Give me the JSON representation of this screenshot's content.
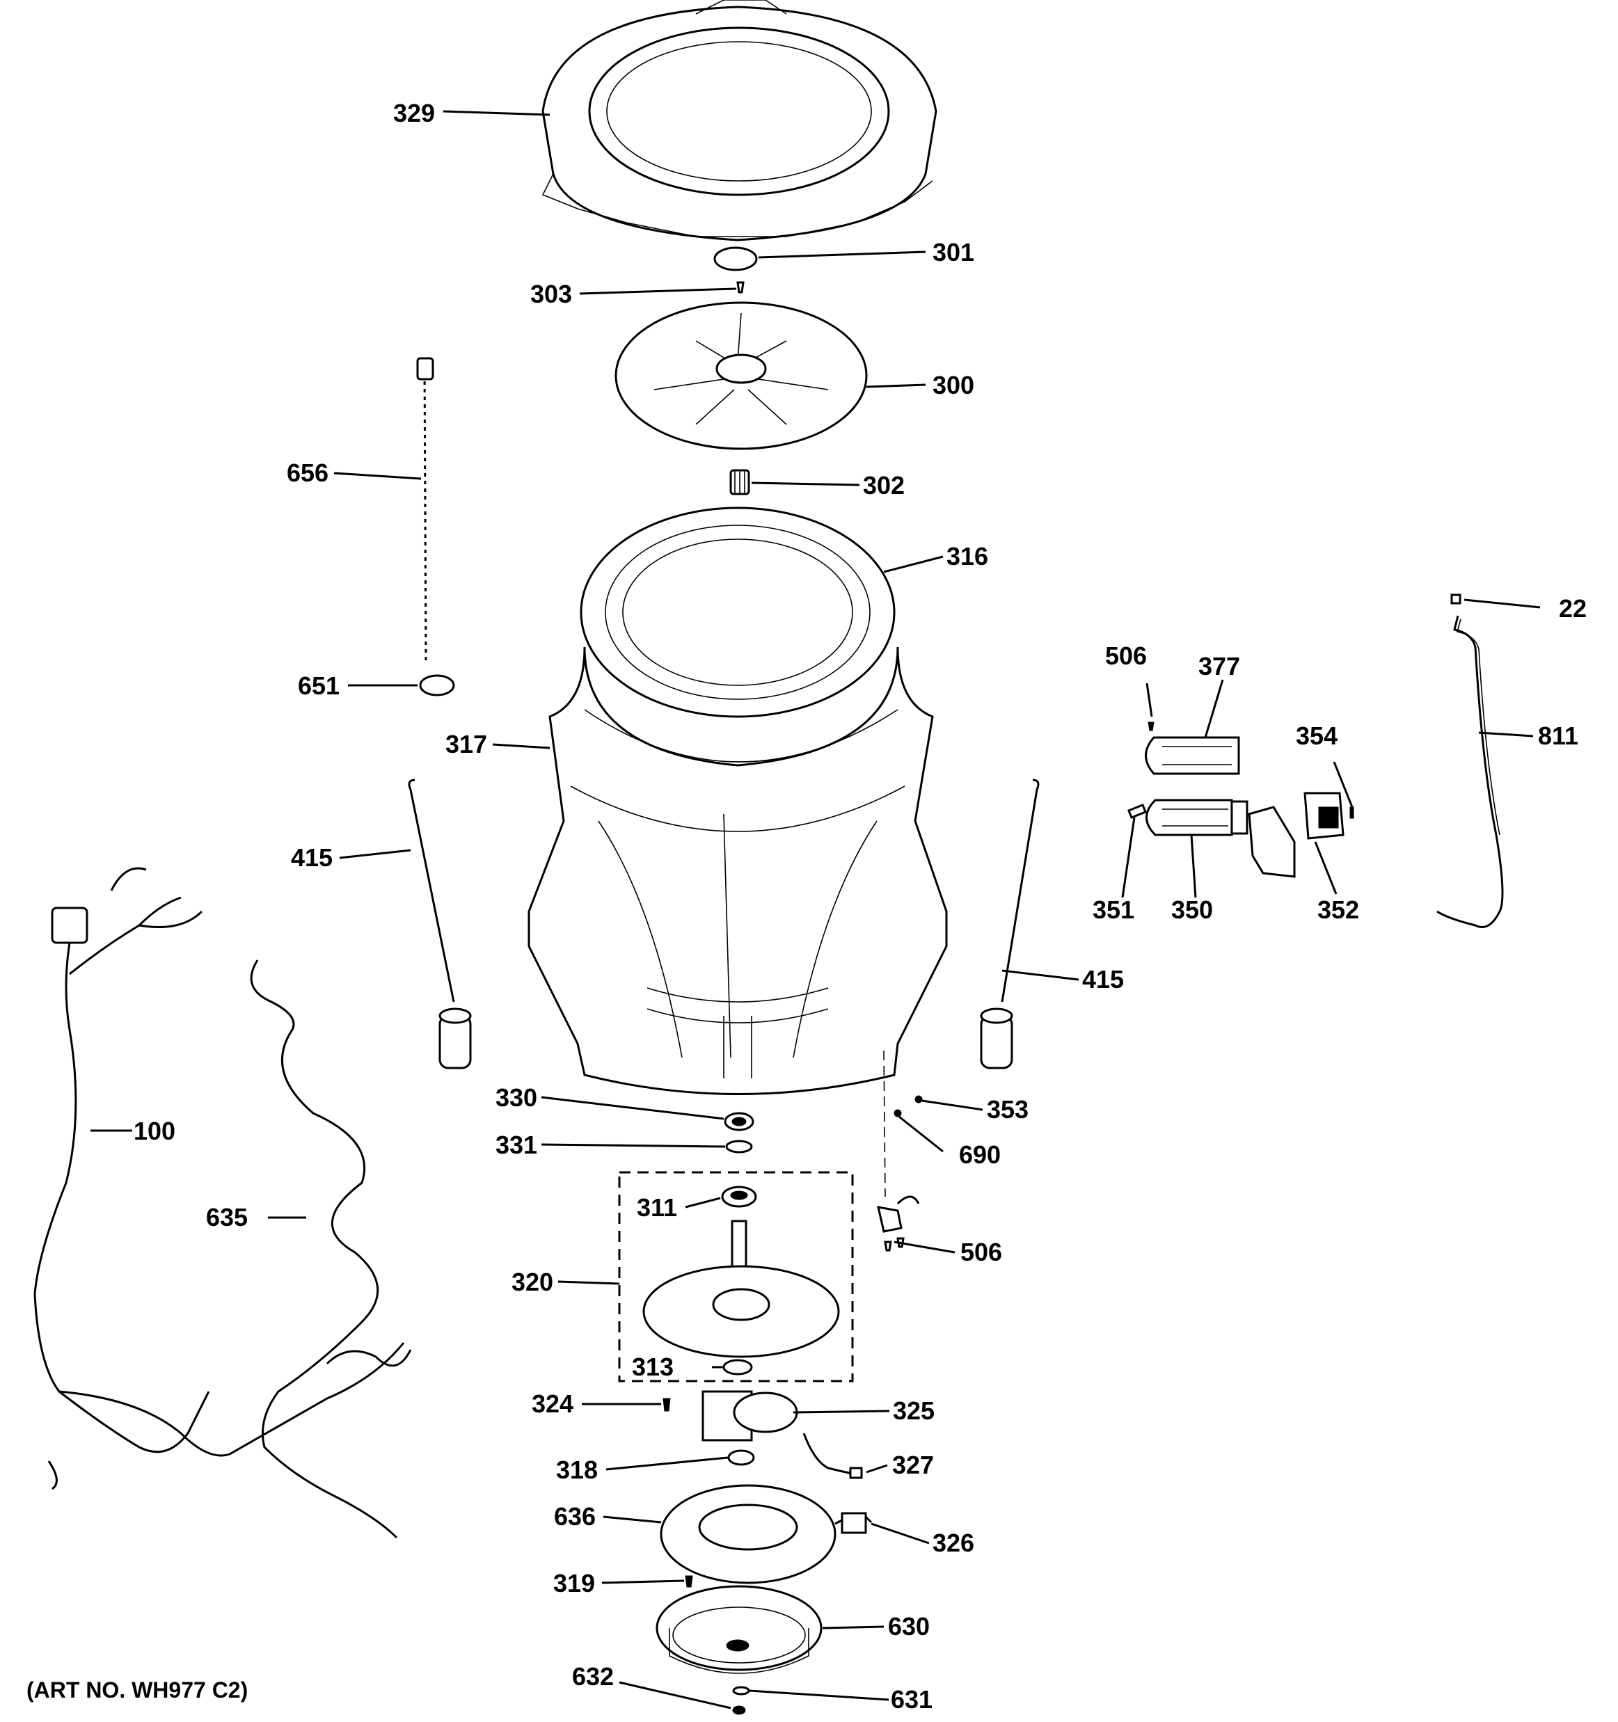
{
  "diagram": {
    "art_number": "(ART NO. WH977 C2)",
    "callouts": {
      "c329": "329",
      "c301": "301",
      "c303": "303",
      "c300": "300",
      "c656": "656",
      "c302": "302",
      "c316": "316",
      "c651": "651",
      "c317": "317",
      "c22": "22",
      "c506a": "506",
      "c377": "377",
      "c354": "354",
      "c811": "811",
      "c415a": "415",
      "c351": "351",
      "c350": "350",
      "c352": "352",
      "c415b": "415",
      "c100": "100",
      "c330": "330",
      "c353": "353",
      "c331": "331",
      "c690": "690",
      "c311": "311",
      "c635": "635",
      "c506b": "506",
      "c320": "320",
      "c313": "313",
      "c324": "324",
      "c325": "325",
      "c318": "318",
      "c327": "327",
      "c636": "636",
      "c326": "326",
      "c319": "319",
      "c630": "630",
      "c632": "632",
      "c631": "631"
    }
  }
}
